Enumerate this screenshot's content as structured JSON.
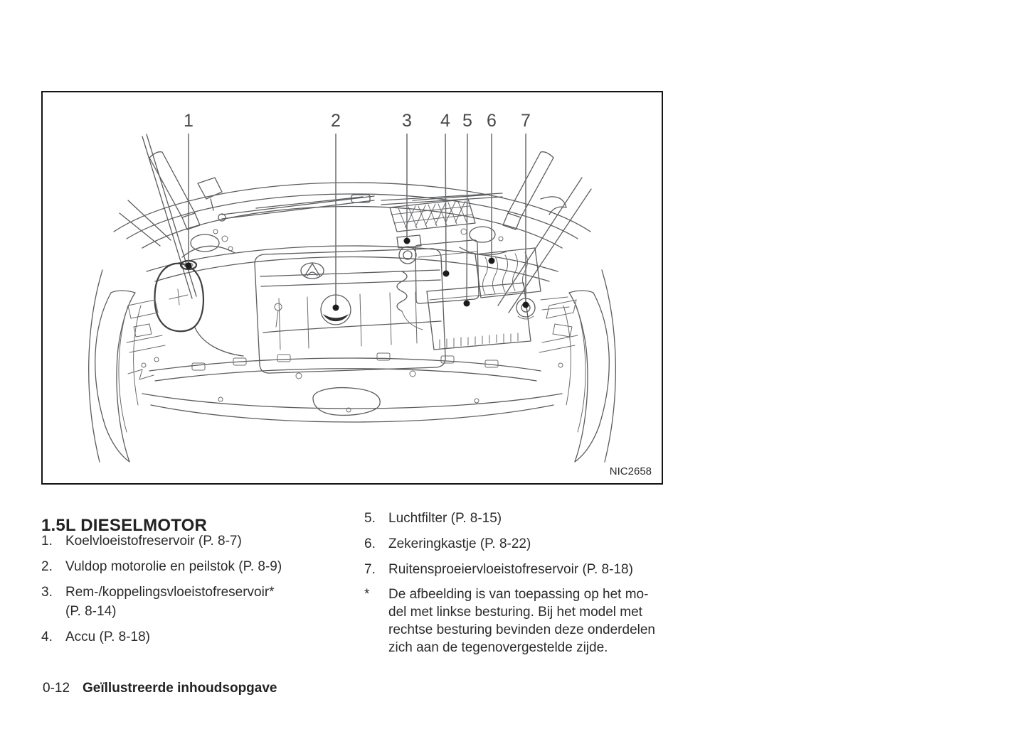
{
  "figure": {
    "label": "NIC2658",
    "callouts": [
      "1",
      "2",
      "3",
      "4",
      "5",
      "6",
      "7"
    ]
  },
  "legend": {
    "heading": "1.5L DIESELMOTOR",
    "left": [
      {
        "num": "1.",
        "text": "Koelvloeistofreservoir (P. 8-7)"
      },
      {
        "num": "2.",
        "text": "Vuldop motorolie en peilstok (P. 8-9)"
      },
      {
        "num": "3.",
        "text": "Rem-/koppelingsvloeistofreservoir*\n(P. 8-14)"
      },
      {
        "num": "4.",
        "text": "Accu (P. 8-18)"
      }
    ],
    "right": [
      {
        "num": "5.",
        "text": "Luchtfilter (P. 8-15)"
      },
      {
        "num": "6.",
        "text": "Zekeringkastje (P. 8-22)"
      },
      {
        "num": "7.",
        "text": "Ruitensproeiervloeistofreservoir (P. 8-18)"
      },
      {
        "num": "*",
        "text": "De afbeelding is van toepassing op het mo-\ndel met linkse besturing. Bij het model met\nrechtse besturing bevinden deze onderdelen\nzich aan de tegenovergestelde zijde."
      }
    ]
  },
  "footer": {
    "page_number": "0-12",
    "section_title": "Geïllustreerde inhoudsopgave"
  },
  "colors": {
    "ink": "#2b2b2b",
    "line_art": "#5b5c5e",
    "callout_number": "#47484a",
    "border": "#141414"
  }
}
